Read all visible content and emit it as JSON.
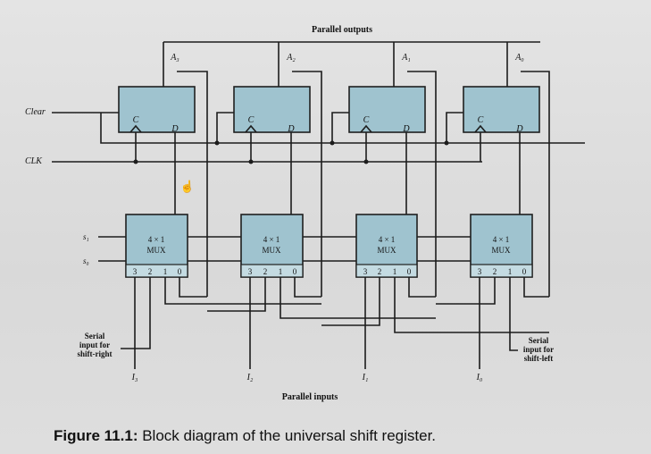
{
  "header": {
    "parallel_outputs": "Parallel outputs"
  },
  "outputs": [
    "A₃",
    "A₂",
    "A₁",
    "A₀"
  ],
  "left_labels": {
    "clear": "Clear",
    "clk": "CLK",
    "s1": "s₁",
    "s0": "s₀",
    "serial_right": [
      "Serial",
      "input for",
      "shift-right"
    ]
  },
  "right_labels": {
    "serial_left": [
      "Serial",
      "input for",
      "shift-left"
    ]
  },
  "flipflop": {
    "c_label": "C",
    "d_label": "D"
  },
  "mux": {
    "line1": "4 × 1",
    "line2": "MUX",
    "select_digits": [
      "3",
      "2",
      "1",
      "0"
    ]
  },
  "inputs": [
    "I₃",
    "I₂",
    "I₁",
    "I₀"
  ],
  "footer": {
    "parallel_inputs": "Parallel inputs"
  },
  "caption": {
    "label": "Figure 11.1:",
    "text": " Block diagram of the universal shift register."
  }
}
